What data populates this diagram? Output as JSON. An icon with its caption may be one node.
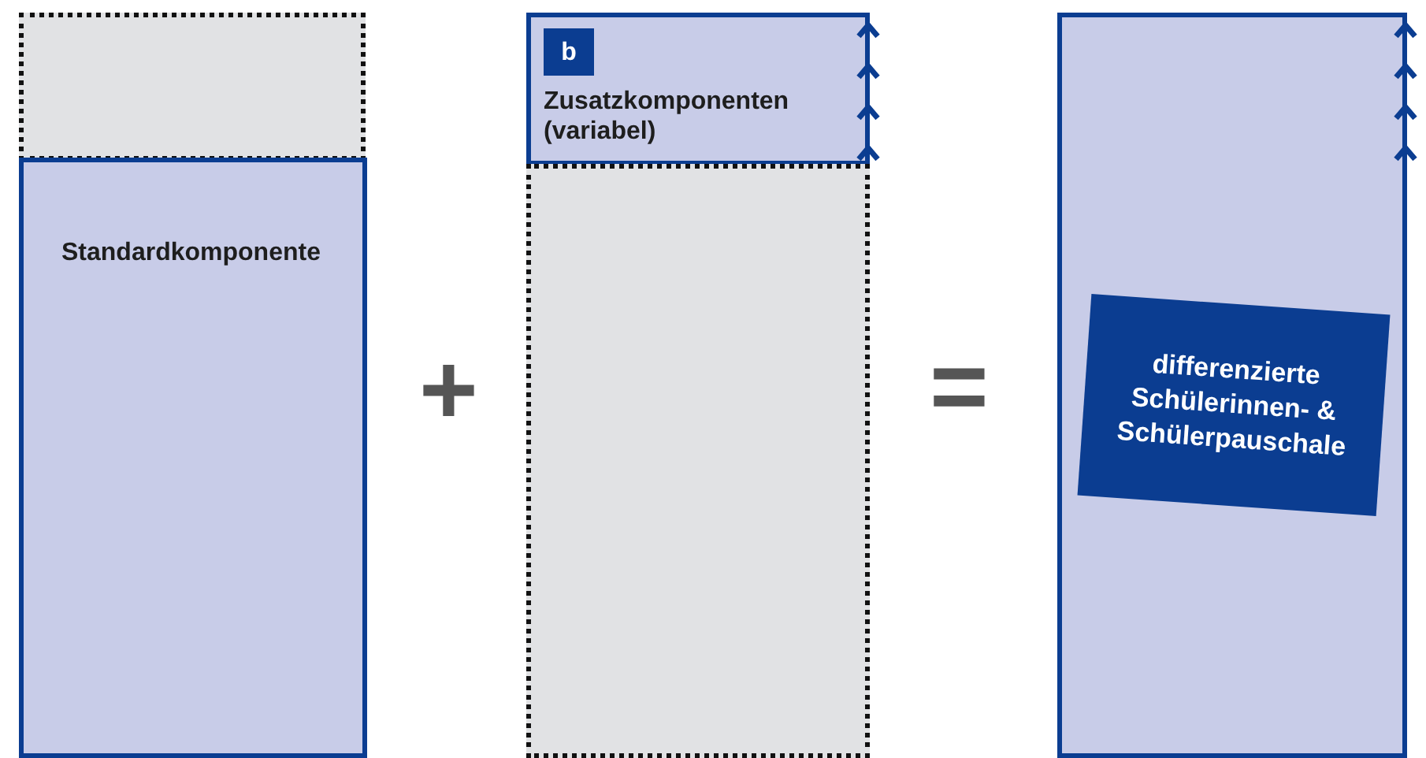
{
  "diagram": {
    "nodes": [
      {
        "text": [],
        "shape": "box"
      },
      {
        "text": [
          "Standardkomponente"
        ]
      },
      {
        "text": [
          "Zusatzkomponenten (variabel)"
        ]
      },
      {
        "text": [
          "b"
        ],
        "in": 2
      },
      {
        "text": [],
        "shape": "box"
      },
      {
        "text": [],
        "shape": "box"
      },
      {
        "text": [
          "differenzierte Schülerinnen- & Schülerpauschale"
        ],
        "in": 5
      }
    ],
    "edges": [],
    "labels": [
      "+",
      "="
    ]
  }
}
